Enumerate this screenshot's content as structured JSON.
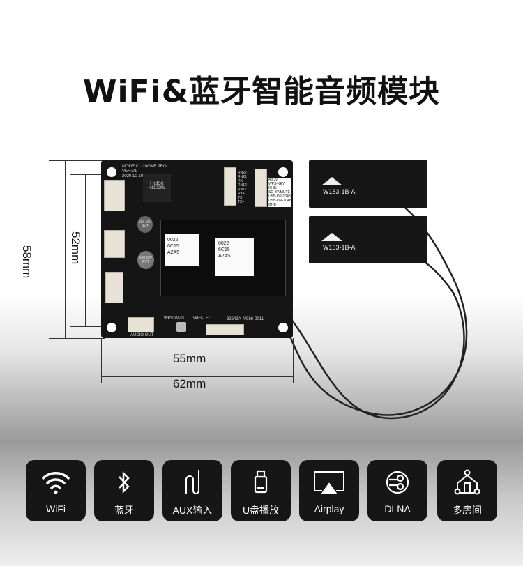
{
  "title": "WiFi&蓝牙智能音频模块",
  "dimensions": {
    "height_outer": "58mm",
    "height_inner": "52mm",
    "width_inner": "55mm",
    "width_outer": "62mm"
  },
  "board": {
    "model": "MODE:CL-100WB PRO",
    "version": "VER:V1",
    "date": "2020 10 10",
    "chip_brand": "Pulse",
    "chip_part": "H1102NL",
    "capacitor": "100 10V RVT",
    "module_code": [
      "0022",
      "6C15",
      "A2A5"
    ],
    "pins_left": "RN22\nRN21\nRX-\nRN12\nRN11\nRX+\nTX-\nTX+",
    "pins_right": "A3.3v\nWPS-KEY\nIR-IN\nSD-BY/MUTE\nUSB-DP-1048\nUSB-DM-1048\nGND",
    "wps": "WPS WPS",
    "wifi_led": "WIFI-LED",
    "audio_out": "AUDIO OUT",
    "serial": "32542A_V986-2011"
  },
  "antennas": [
    {
      "label": "W183-1B-A"
    },
    {
      "label": "W183-1B-A"
    }
  ],
  "features": [
    {
      "icon": "wifi-icon",
      "label": "WiFi"
    },
    {
      "icon": "bluetooth-icon",
      "label": "蓝牙"
    },
    {
      "icon": "aux-cable-icon",
      "label": "AUX输入"
    },
    {
      "icon": "usb-drive-icon",
      "label": "U盘播放"
    },
    {
      "icon": "airplay-icon",
      "label": "Airplay"
    },
    {
      "icon": "dlna-icon",
      "label": "DLNA"
    },
    {
      "icon": "multiroom-icon",
      "label": "多房间"
    }
  ]
}
